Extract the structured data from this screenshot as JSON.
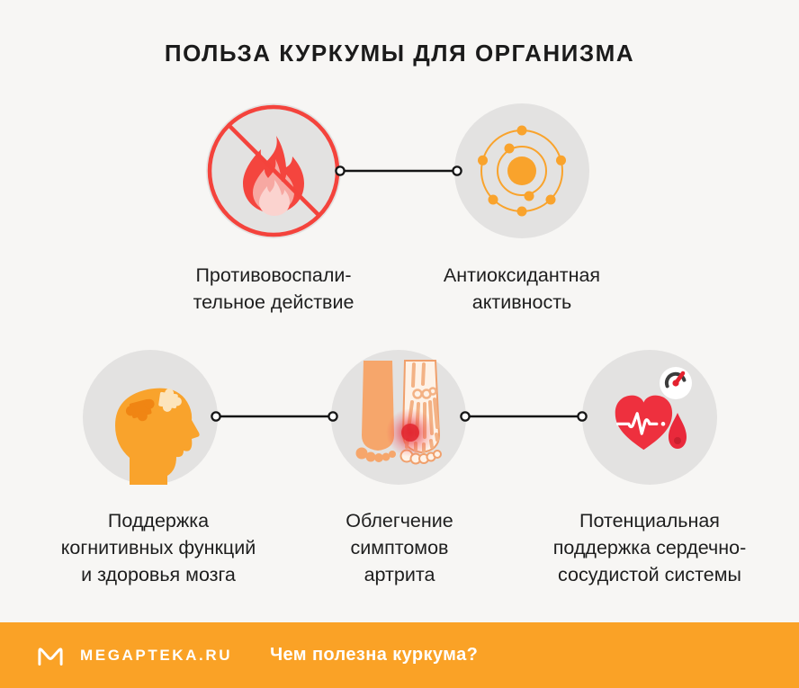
{
  "title": "ПОЛЬЗА КУРКУМЫ ДЛЯ ОРГАНИЗМА",
  "benefits": [
    {
      "id": "anti-inflammatory",
      "icon": "no-fire-icon",
      "lines": [
        "Противовоспали-",
        "тельное действие"
      ]
    },
    {
      "id": "antioxidant",
      "icon": "atom-icon",
      "lines": [
        "Антиоксидантная",
        "активность"
      ]
    },
    {
      "id": "cognitive",
      "icon": "head-puzzle-icon",
      "lines": [
        "Поддержка",
        "когнитивных функций",
        "и здоровья мозга"
      ]
    },
    {
      "id": "arthritis",
      "icon": "feet-xray-icon",
      "lines": [
        "Облегчение",
        "симптомов",
        "артрита"
      ]
    },
    {
      "id": "heart-support",
      "icon": "heart-gauge-icon",
      "lines": [
        "Потенциальная",
        "поддержка сердечно-",
        "сосудистой системы"
      ]
    }
  ],
  "footer": {
    "brand": "MEGAPTEKA.RU",
    "question": "Чем полезна куркума?",
    "logo": "megapteka-m-logo"
  },
  "colors": {
    "background": "#F7F6F4",
    "circle_gray": "#E3E2E1",
    "accent_orange": "#F9A32C",
    "banner_orange": "#FAA226",
    "alert_red": "#F4433C",
    "heart_red": "#EE303E",
    "text": "#1B1B1B"
  }
}
